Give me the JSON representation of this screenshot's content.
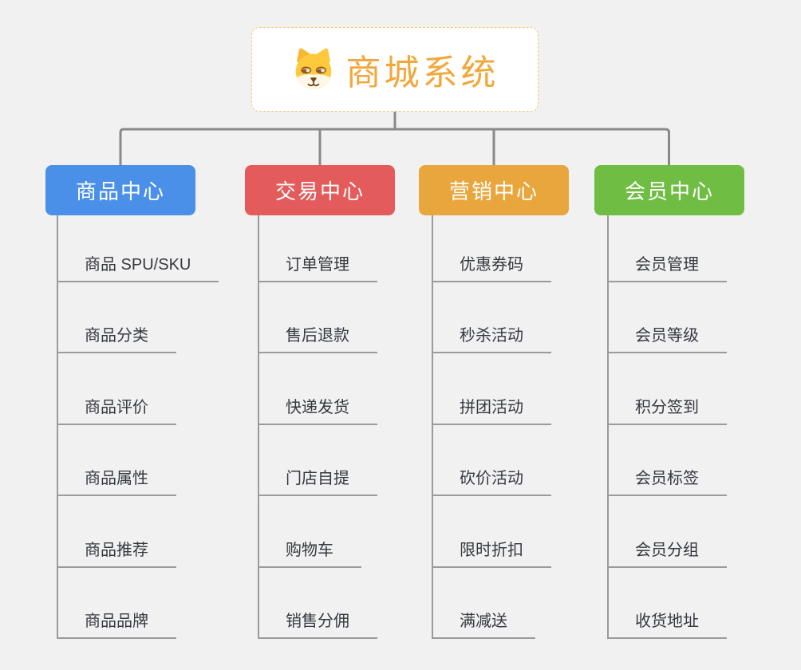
{
  "root": {
    "title": "商城系统",
    "icon": "doge-icon",
    "title_color": "#F1A73C",
    "border_color": "#F2C483",
    "background": "#FFFFFF"
  },
  "tree": {
    "branches": [
      {
        "label": "商品中心",
        "color": "#4B90E8",
        "children": [
          "商品 SPU/SKU",
          "商品分类",
          "商品评价",
          "商品属性",
          "商品推荐",
          "商品品牌"
        ]
      },
      {
        "label": "交易中心",
        "color": "#E45B5B",
        "children": [
          "订单管理",
          "售后退款",
          "快递发货",
          "门店自提",
          "购物车",
          "销售分佣"
        ]
      },
      {
        "label": "营销中心",
        "color": "#E8A63C",
        "children": [
          "优惠券码",
          "秒杀活动",
          "拼团活动",
          "砍价活动",
          "限时折扣",
          "满减送"
        ]
      },
      {
        "label": "会员中心",
        "color": "#6FBE43",
        "children": [
          "会员管理",
          "会员等级",
          "积分签到",
          "会员标签",
          "会员分组",
          "收货地址"
        ]
      }
    ]
  },
  "colors": {
    "page_background": "#F1F1F1",
    "connector_bus": "#898989",
    "connector_trunk": "#9B9B9B",
    "child_text": "#35383F",
    "child_underline": "#9B9B9B"
  }
}
